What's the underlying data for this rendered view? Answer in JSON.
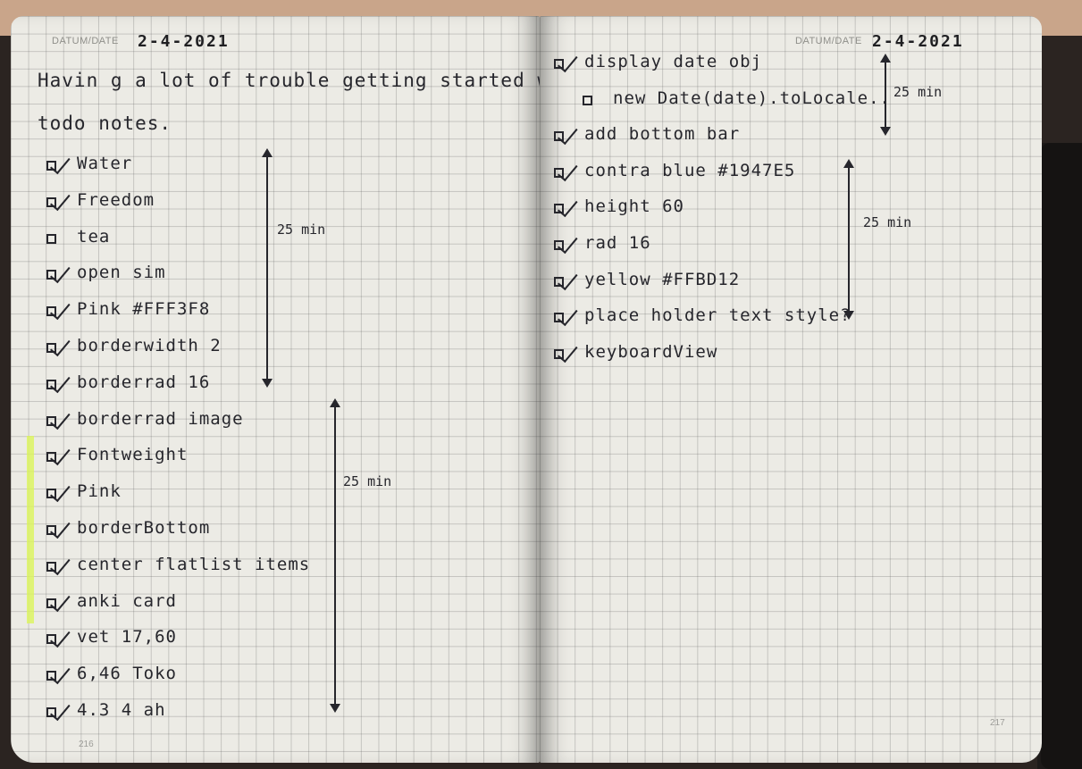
{
  "left_page": {
    "datum_label": "DATUM/DATE",
    "date": "2-4-2021",
    "intro_line1": "Havin g a lot of trouble getting started wo",
    "intro_line2": "todo notes.",
    "items": [
      {
        "text": "Water",
        "done": true
      },
      {
        "text": "Freedom",
        "done": true
      },
      {
        "text": "tea",
        "done": false
      },
      {
        "text": "open sim",
        "done": true
      },
      {
        "text": "Pink #FFF3F8",
        "done": true
      },
      {
        "text": "borderwidth 2",
        "done": true
      },
      {
        "text": "borderrad 16",
        "done": true
      },
      {
        "text": "borderrad image",
        "done": true
      },
      {
        "text": "Fontweight",
        "done": true
      },
      {
        "text": "Pink",
        "done": true
      },
      {
        "text": "borderBottom",
        "done": true
      },
      {
        "text": "center flatlist items",
        "done": true
      },
      {
        "text": "anki card",
        "done": true
      },
      {
        "text": "vet 17,60",
        "done": true
      },
      {
        "text": "6,46 Toko",
        "done": true
      },
      {
        "text": "4.3 4  ah",
        "done": true
      }
    ],
    "duration_1": "25 min",
    "duration_2": "25 min",
    "page_number": "216"
  },
  "right_page": {
    "datum_label": "DATUM/DATE",
    "date": "2-4-2021",
    "items": [
      {
        "text": "display date obj",
        "done": true
      },
      {
        "text": "new Date(date).toLocale..",
        "done": false,
        "indent": true
      },
      {
        "text": "add bottom bar",
        "done": true
      },
      {
        "text": "contra blue #1947E5",
        "done": true
      },
      {
        "text": "height 60",
        "done": true
      },
      {
        "text": "rad 16",
        "done": true
      },
      {
        "text": "yellow #FFBD12",
        "done": true
      },
      {
        "text": "place holder text style?",
        "done": true
      },
      {
        "text": "keyboardView",
        "done": true
      }
    ],
    "duration_1": "25 min",
    "duration_2": "25 min",
    "page_number": "217"
  },
  "colors": {
    "paper": "#ecebe5",
    "ink": "#26262c",
    "highlighter": "#dcf55a"
  }
}
